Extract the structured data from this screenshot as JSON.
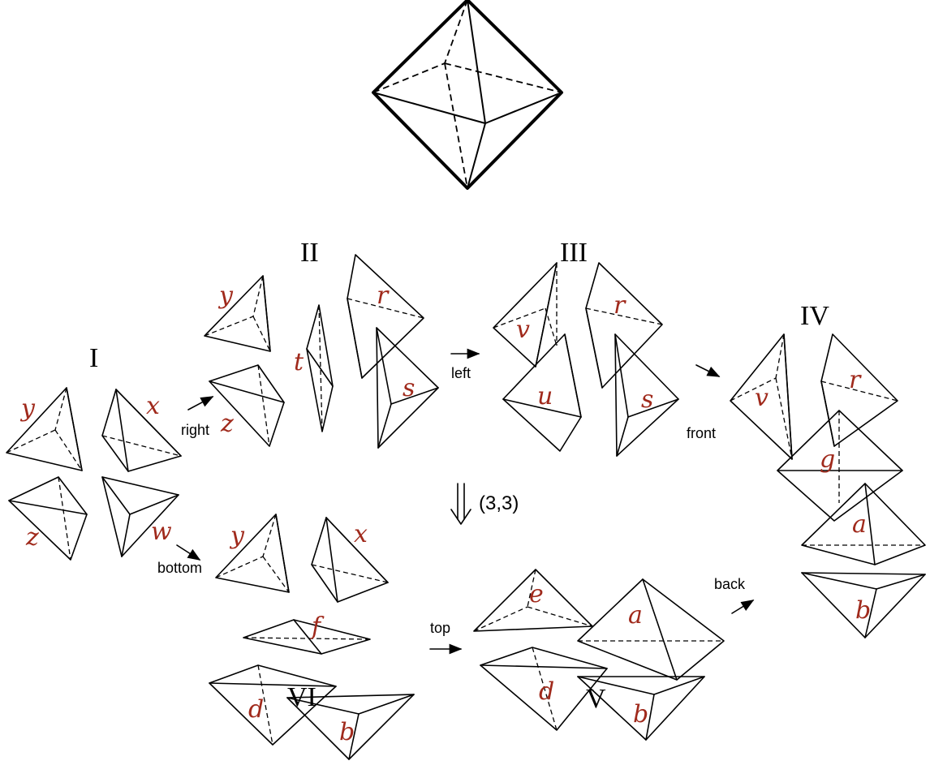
{
  "colors": {
    "label": "#a02a1c",
    "line": "#000000"
  },
  "stage_labels": {
    "I": "I",
    "II": "II",
    "III": "III",
    "IV": "IV",
    "V": "V",
    "VI": "VI"
  },
  "steps": {
    "right": "right",
    "left": "left",
    "front": "front",
    "bottom": "bottom",
    "top": "top",
    "back": "back"
  },
  "operation": "(3,3)",
  "piece_labels": {
    "I": [
      "y",
      "x",
      "z",
      "w"
    ],
    "II": [
      "y",
      "t",
      "r",
      "z",
      "s"
    ],
    "III": [
      "v",
      "r",
      "u",
      "s"
    ],
    "IV": [
      "v",
      "r",
      "g",
      "a",
      "b"
    ],
    "V": [
      "e",
      "a",
      "d",
      "b"
    ],
    "VI": [
      "y",
      "x",
      "f",
      "d",
      "b"
    ]
  }
}
